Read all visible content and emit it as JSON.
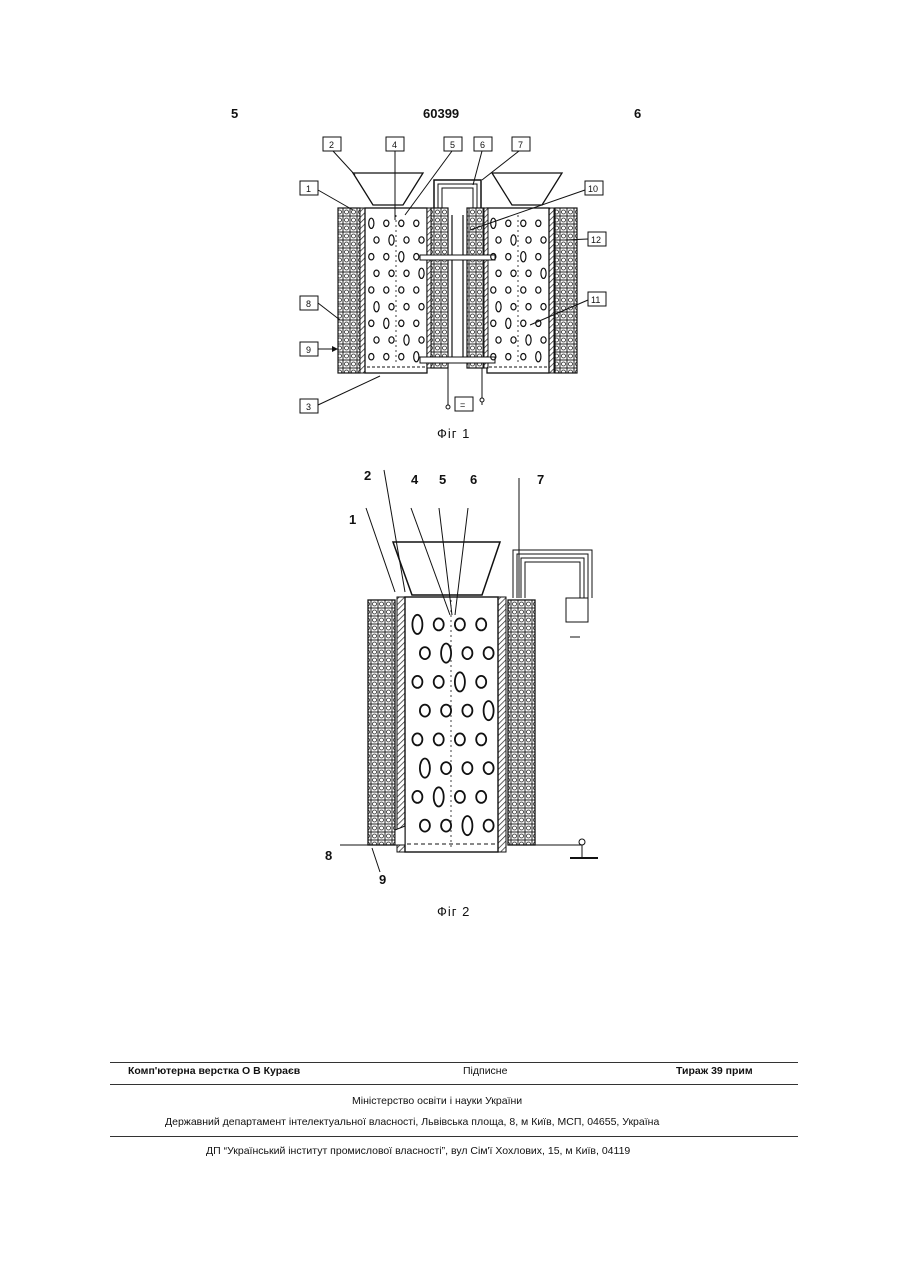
{
  "header": {
    "page_left": "5",
    "patent_number": "60399",
    "page_right": "6"
  },
  "figures": [
    {
      "caption": "Фіг 1",
      "callouts": [
        "1",
        "2",
        "3",
        "4",
        "5",
        "6",
        "7",
        "8",
        "9",
        "10",
        "11",
        "12"
      ],
      "power_symbol": "="
    },
    {
      "caption": "Фіг 2",
      "callouts": [
        "1",
        "2",
        "4",
        "5",
        "6",
        "7",
        "8",
        "9"
      ]
    }
  ],
  "footer": {
    "layout": "Комп'ютерна верстка О В  Кураєв",
    "signed": "Підписне",
    "circulation": "Тираж 39 прим",
    "ministry": "Міністерство освіти і науки України",
    "department": "Державний департамент інтелектуальної власності, Львівська площа, 8, м  Київ, МСП, 04655, Україна",
    "institute": "ДП “Український інститут промислової власності”, вул  Сім'ї Хохлових, 15, м  Київ, 04119"
  }
}
